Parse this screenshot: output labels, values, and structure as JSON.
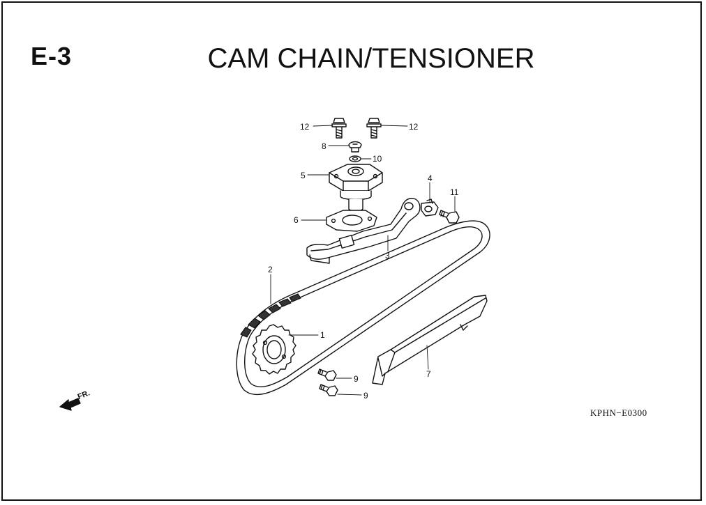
{
  "header": {
    "section_code": "E-3",
    "title": "CAM CHAIN/TENSIONER"
  },
  "footer": {
    "ref_code": "KPHN−E0300"
  },
  "direction_indicator": {
    "label": "FR."
  },
  "callouts": {
    "c1": "1",
    "c2": "2",
    "c3": "3",
    "c4": "4",
    "c5": "5",
    "c6": "6",
    "c7": "7",
    "c8": "8",
    "c9a": "9",
    "c9b": "9",
    "c10": "10",
    "c11": "11",
    "c12a": "12",
    "c12b": "12"
  }
}
